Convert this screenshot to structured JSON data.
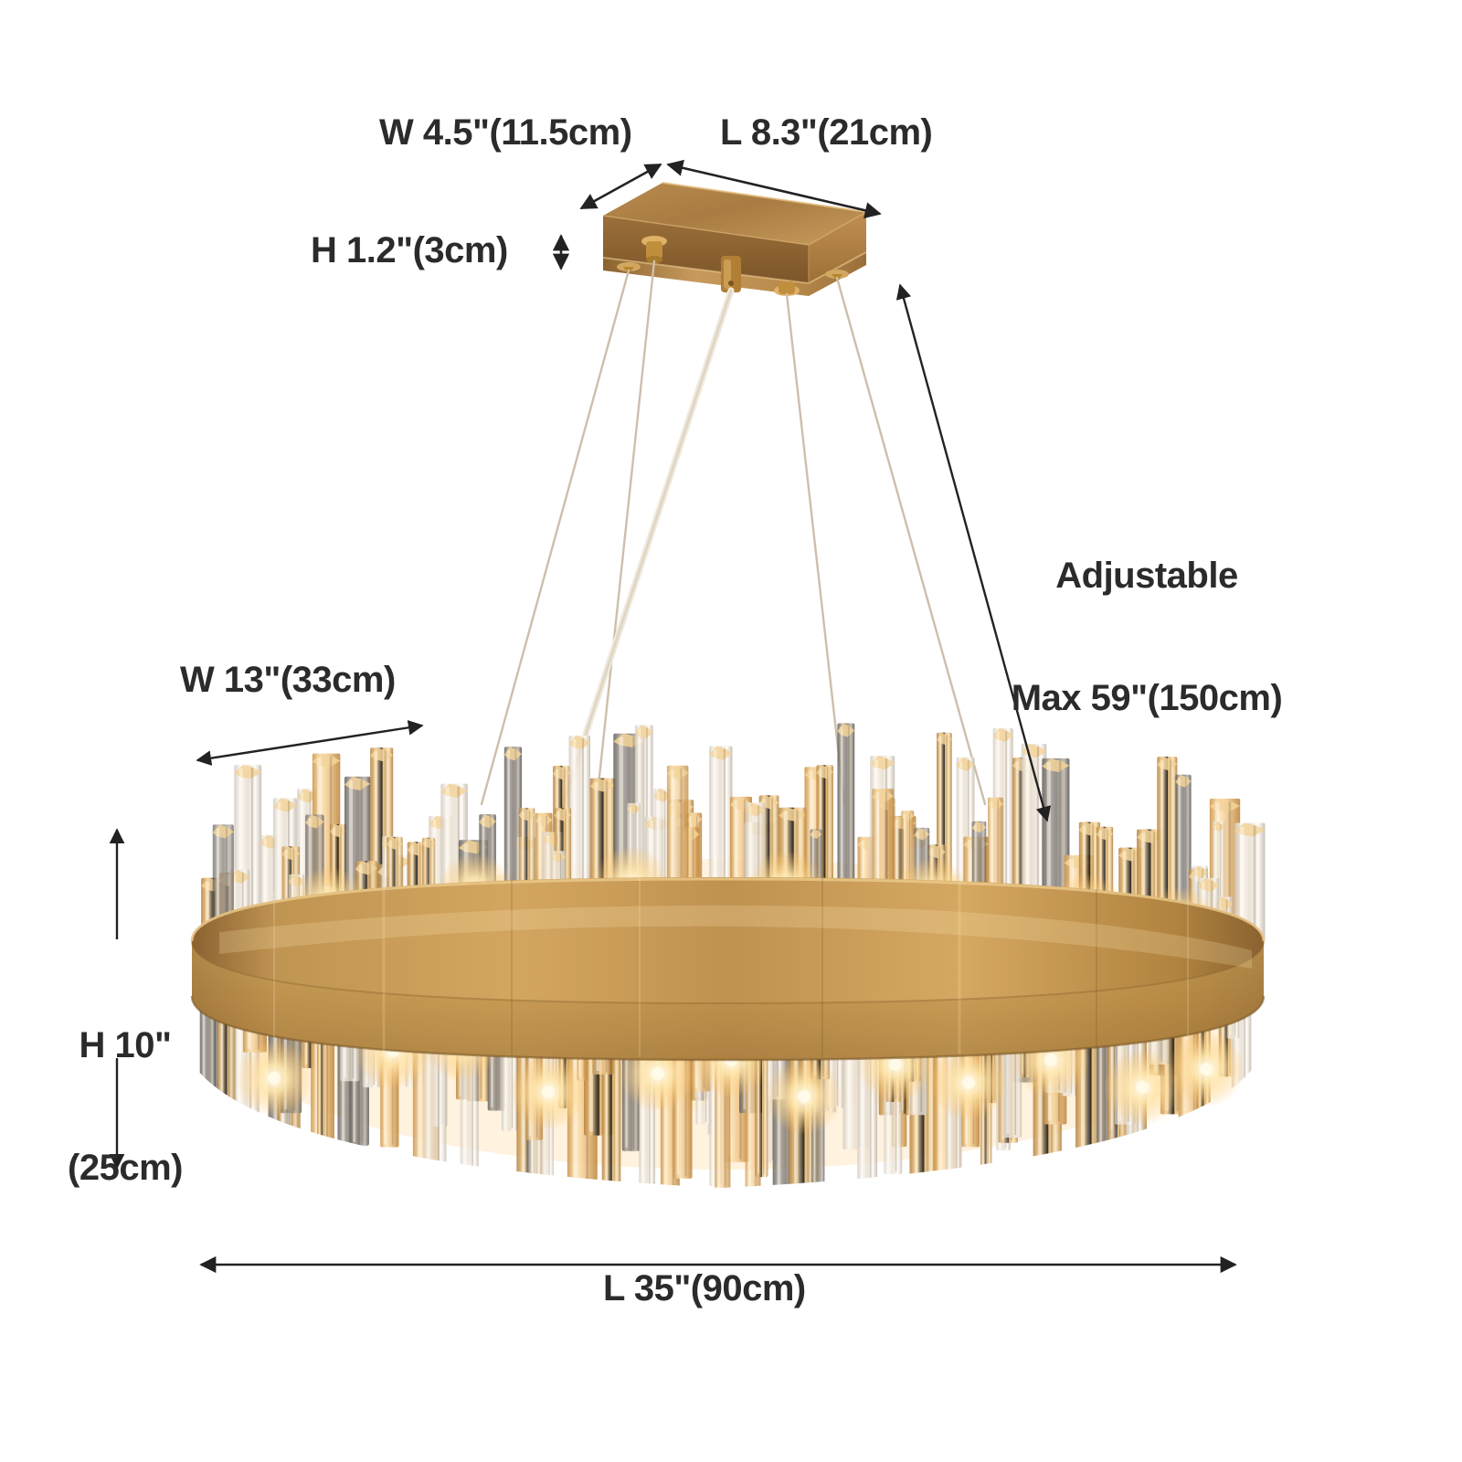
{
  "product": {
    "type": "rectangular-crystal-chandelier",
    "background_color": "#ffffff",
    "text_color": "#2b2b2b",
    "metal_finish_color": "#c39b56",
    "metal_finish_dark": "#8a6230",
    "metal_finish_light": "#e0b878"
  },
  "dimensions": {
    "canopy_width": "W 4.5\"(11.5cm)",
    "canopy_length": "L 8.3\"(21cm)",
    "canopy_height": "H 1.2\"(3cm)",
    "adjustable_line1": "Adjustable",
    "adjustable_line2": "Max 59\"(150cm)",
    "body_width": "W 13\"(33cm)",
    "body_height_line1": "H 10\"",
    "body_height_line2": "(25cm)",
    "body_length": "L 35\"(90cm)"
  },
  "annotations": {
    "canopy_width_arrow": "diagonal-double-arrow",
    "canopy_length_arrow": "diagonal-double-arrow",
    "canopy_height_arrow": "vertical-double-arrow",
    "adjustable_arrow": "diagonal-double-arrow",
    "body_width_arrow": "diagonal-double-arrow",
    "body_height_arrow": "vertical-double-arrow-split",
    "body_length_arrow": "horizontal-double-arrow"
  },
  "crystals": {
    "top_row_count": 46,
    "bottom_row_count": 52,
    "tones": [
      "clear",
      "amber",
      "smoky"
    ]
  },
  "cables": {
    "count": 5,
    "steel_cable_count": 4,
    "power_cord_count": 1
  }
}
